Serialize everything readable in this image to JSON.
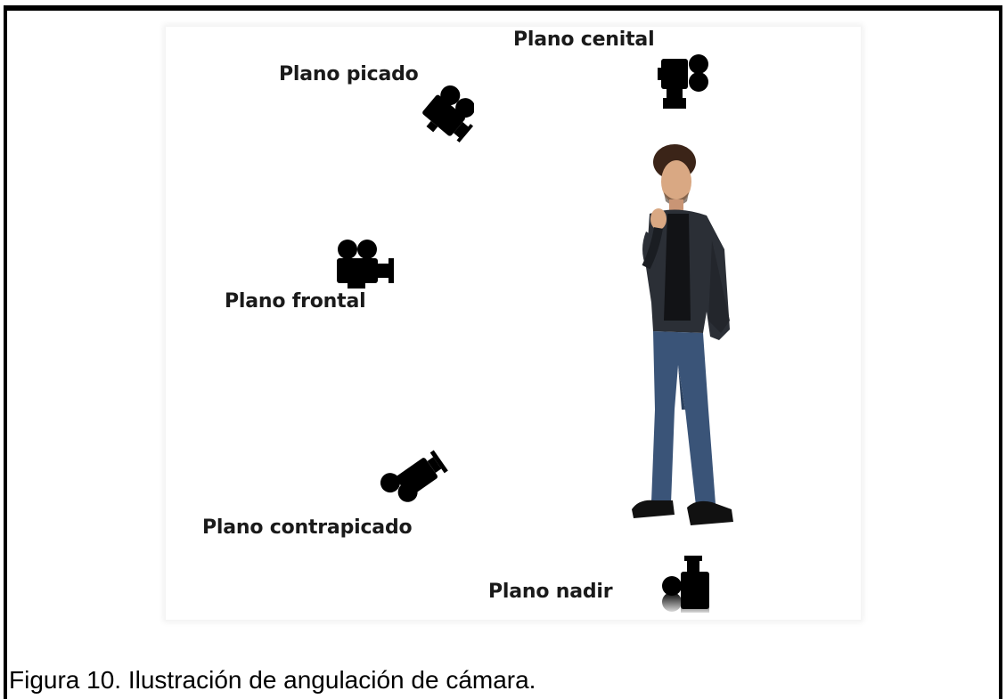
{
  "labels": {
    "cenital": "Plano cenital",
    "picado": "Plano picado",
    "frontal": "Plano frontal",
    "contrapicado": "Plano contrapicado",
    "nadir": "Plano nadir"
  },
  "caption": "Figura 10. Ilustración de angulación de cámara.",
  "icons": {
    "camera": "movie-camera-icon",
    "person": "standing-man-illustration"
  },
  "colors": {
    "ink": "#000000",
    "jacket": "#2b2f36",
    "jeans": "#3a5478",
    "skin": "#d9a883",
    "hair": "#3b2418"
  }
}
